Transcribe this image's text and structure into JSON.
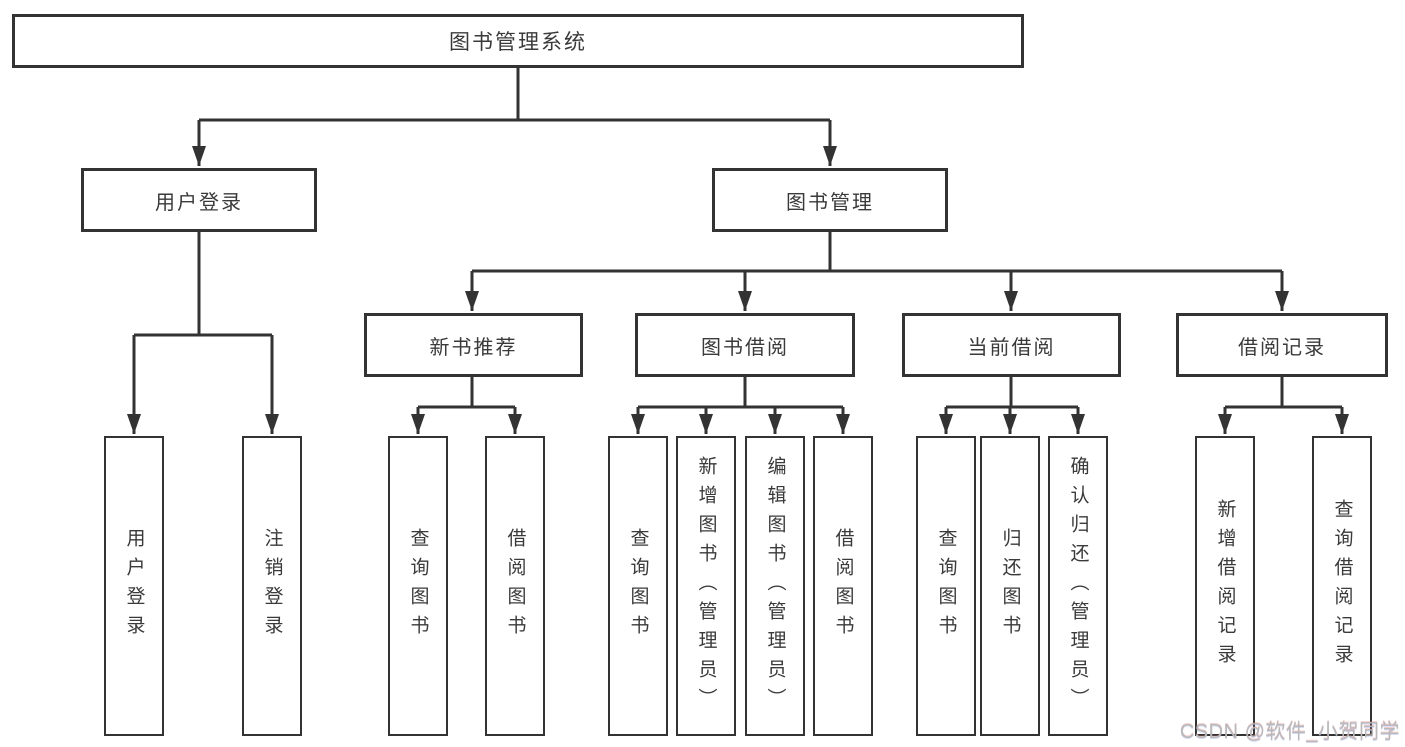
{
  "colors": {
    "background": "#ffffff",
    "line": "#333333",
    "box_border": "#333333",
    "text": "#3a3a3a",
    "watermark": "#b9b9b9"
  },
  "tree": {
    "root": {
      "label": "图书管理系统"
    },
    "branches": [
      {
        "label": "用户登录",
        "children": [
          {
            "label": "用户登录"
          },
          {
            "label": "注销登录"
          }
        ]
      },
      {
        "label": "图书管理",
        "children": [
          {
            "label": "新书推荐",
            "children": [
              {
                "label": "查询图书"
              },
              {
                "label": "借阅图书"
              }
            ]
          },
          {
            "label": "图书借阅",
            "children": [
              {
                "label": "查询图书"
              },
              {
                "label": "新增图书（管理员）"
              },
              {
                "label": "编辑图书（管理员）"
              },
              {
                "label": "借阅图书"
              }
            ]
          },
          {
            "label": "当前借阅",
            "children": [
              {
                "label": "查询图书"
              },
              {
                "label": "归还图书"
              },
              {
                "label": "确认归还（管理员）"
              }
            ]
          },
          {
            "label": "借阅记录",
            "children": [
              {
                "label": "新增借阅记录"
              },
              {
                "label": "查询借阅记录"
              }
            ]
          }
        ]
      }
    ]
  },
  "watermark": {
    "text": "CSDN @软件_小贺同学"
  }
}
